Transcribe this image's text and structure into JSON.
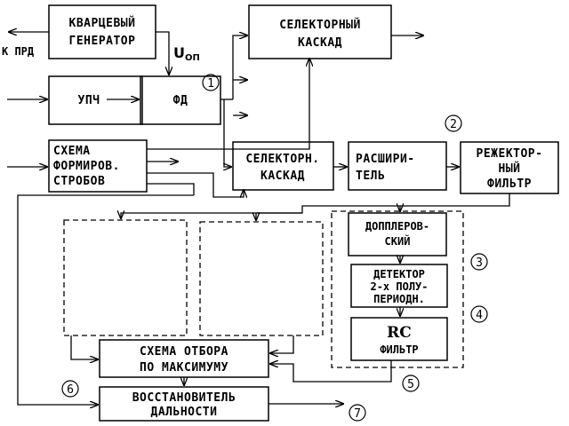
{
  "blocks": {
    "quartz_line1": "КВАРЦЕВЫЙ",
    "quartz_line2": "ГЕНЕРАТОР",
    "selector_top_line1": "СЕЛЕКТОРНЫЙ",
    "selector_top_line2": "КАСКАД",
    "upch": "УПЧ",
    "fd": "ФД",
    "strobe_line1": "СХЕМА",
    "strobe_line2": "ФОРМИРОВ.",
    "strobe_line3": "СТРОБОВ",
    "selector_mid_line1": "СЕЛЕКТОРН.",
    "selector_mid_line2": "КАСКАД",
    "expander_line1": "РАСШИРИ-",
    "expander_line2": "ТЕЛЬ",
    "notch_line1": "РЕЖЕКТОР-",
    "notch_line2": "НЫЙ",
    "notch_line3": "ФИЛЬТР",
    "doppler_line1": "ДОППЛЕРОВ-",
    "doppler_line2": "СКИЙ",
    "detector_line1": "ДЕТЕКТОР",
    "detector_line2": "2-х ПОЛУ-",
    "detector_line3": "ПЕРИОДН.",
    "rc_line1": "RC",
    "rc_line2": "ФИЛЬТР",
    "max_line1": "СХЕМА ОТБОРА",
    "max_line2": "ПО МАКСИМУМУ",
    "restorer_line1": "ВОССТАНОВИТЕЛЬ",
    "restorer_line2": "ДАЛЬНОСТИ"
  },
  "labels": {
    "to_transmitter": "К ПРД",
    "u_letter": "U",
    "u_subscript": "ОП"
  },
  "markers": [
    "1",
    "2",
    "3",
    "4",
    "5",
    "6",
    "7"
  ]
}
